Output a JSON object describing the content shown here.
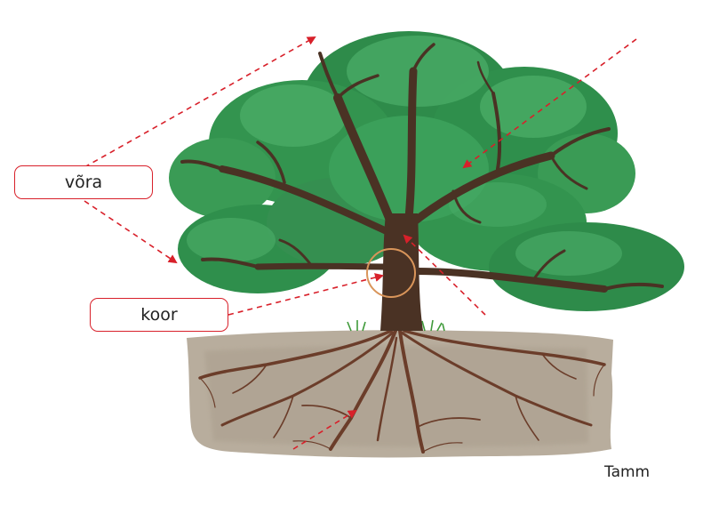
{
  "labels": {
    "crown": "võra",
    "bark": "koor"
  },
  "caption": "Tamm",
  "colors": {
    "label_border": "#d8202a",
    "arrow": "#d8202a",
    "bark_highlight_circle": "#d9955a",
    "foliage": "#2e8b4a",
    "trunk": "#4a3224",
    "soil": "#b8ad9d",
    "roots": "#6b3d2a"
  }
}
